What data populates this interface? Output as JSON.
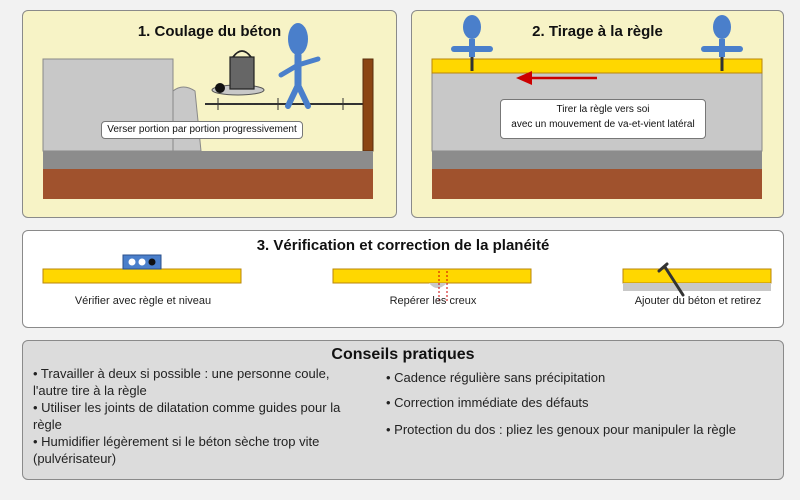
{
  "panels": {
    "pouring": {
      "title": "1. Coulage du béton",
      "callout": "Verser portion par portion progressivement"
    },
    "screeding": {
      "title": "2. Tirage à la règle",
      "callout_lines": [
        "Tirer la règle vers soi",
        "avec un mouvement de va-et-vient latéral"
      ]
    },
    "verification": {
      "title": "3. Vérification et correction de la planéité",
      "steps": [
        "Vérifier avec règle et niveau",
        "Repérer les creux",
        "Ajouter du béton et retirez"
      ]
    },
    "tips": {
      "title": "Conseils pratiques",
      "left": [
        "• Travailler à deux si possible : une personne coule, l'autre tire à la règle",
        "• Utiliser les joints de dilatation comme guides pour la règle",
        "• Humidifier légèrement si le béton sèche trop vite (pulvérisateur)"
      ],
      "right": [
        "• Cadence régulière sans précipitation",
        "• Correction immédiate des défauts",
        "• Protection du dos : pliez les genoux pour manipuler la règle"
      ]
    }
  },
  "colors": {
    "concrete": "#c8c8c8",
    "gravel": "#8c8c8c",
    "soil": "#a0522d",
    "screed": "#ffd700",
    "person": "#4a7fcb",
    "arrow": "#cc0000",
    "formwork": "#8b4513"
  }
}
